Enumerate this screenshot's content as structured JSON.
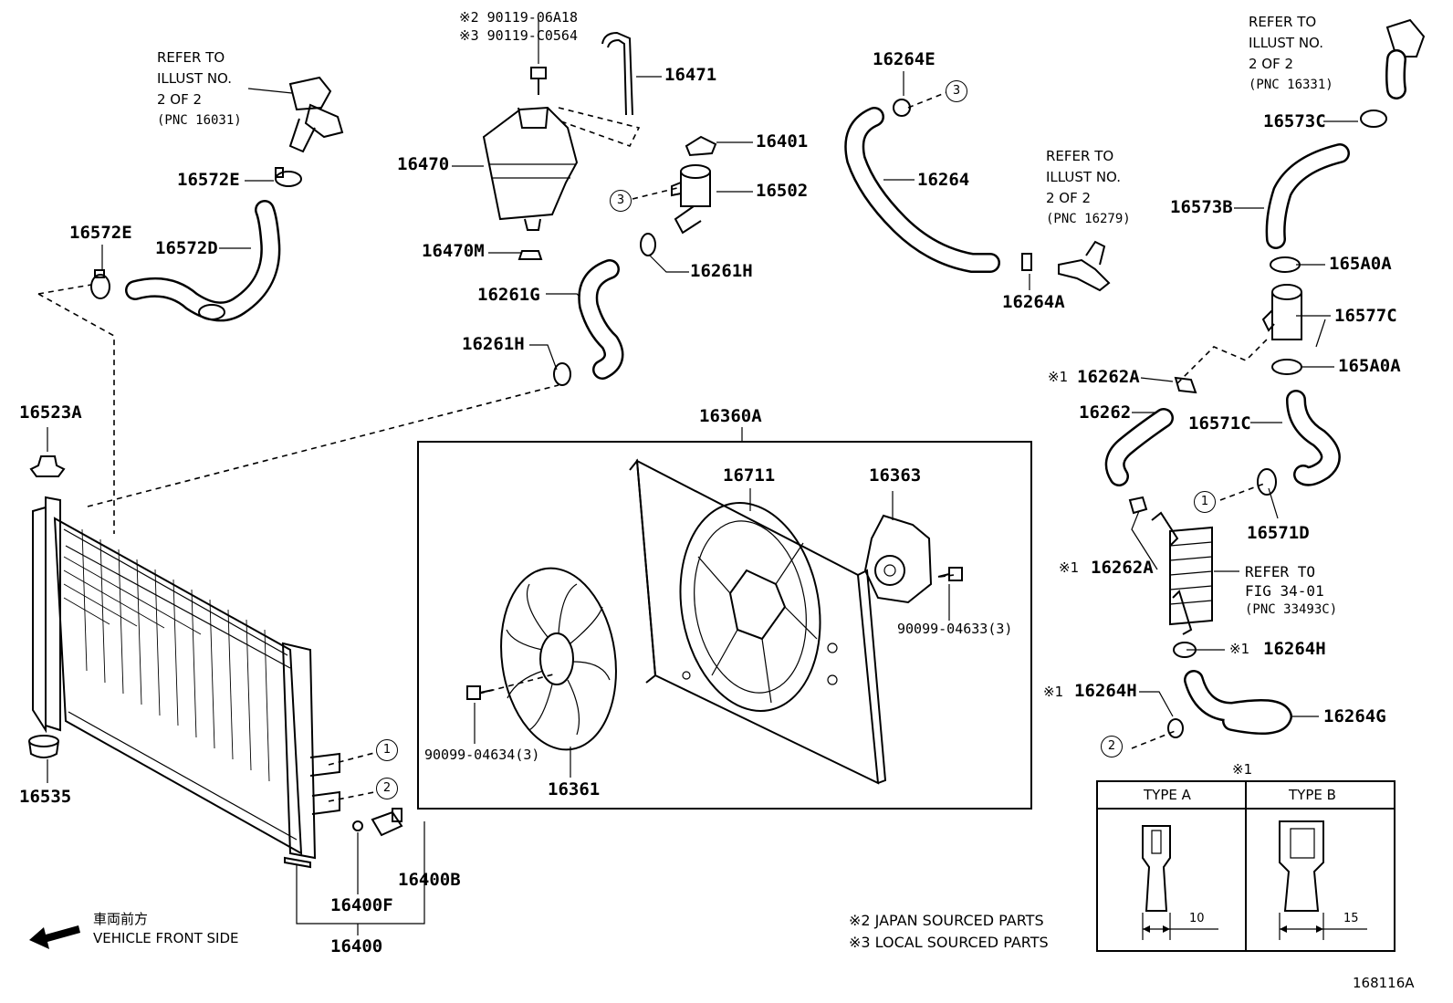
{
  "figure_code": "168116A",
  "parts": {
    "p_290119": "※2 90119-06A18",
    "p_390119": "※3 90119-C0564",
    "p16471": "16471",
    "p16401": "16401",
    "p16470": "16470",
    "p16502": "16502",
    "p16470M": "16470M",
    "p16261H_a": "16261H",
    "p16261G": "16261G",
    "p16261H_b": "16261H",
    "p16264E": "16264E",
    "p16264": "16264",
    "p16264A": "16264A",
    "p16572E_a": "16572E",
    "p16572E_b": "16572E",
    "p16572D": "16572D",
    "p16523A": "16523A",
    "p16535": "16535",
    "p16360A": "16360A",
    "p16711": "16711",
    "p16363": "16363",
    "p16361": "16361",
    "p90099_04633": "90099-04633(3)",
    "p90099_04634": "90099-04634(3)",
    "p16400B": "16400B",
    "p16400F": "16400F",
    "p16400": "16400",
    "p16573C": "16573C",
    "p16573B": "16573B",
    "p165A0A_a": "165A0A",
    "p16577C": "16577C",
    "p165A0A_b": "165A0A",
    "p16262A_a": "16262A",
    "p16262": "16262",
    "p16571C": "16571C",
    "p16571D": "16571D",
    "p16262A_b": "16262A",
    "p16264H_a": "16264H",
    "p16264H_b": "16264H",
    "p16264G": "16264G"
  },
  "marks": {
    "x1_a": "※1",
    "x1_b": "※1",
    "x1_c": "※1",
    "x1_d": "※1",
    "x1_table": "※1"
  },
  "callouts": {
    "c1": "1",
    "c2": "2",
    "c3": "3",
    "c1b": "1",
    "c2b": "2",
    "c3b": "3"
  },
  "refs": {
    "r16031": {
      "l1": "REFER TO",
      "l2": "ILLUST NO.",
      "l3": "2 OF 2",
      "l4": "(PNC 16031)"
    },
    "r16331": {
      "l1": "REFER TO",
      "l2": "ILLUST NO.",
      "l3": "2 OF 2",
      "l4": "(PNC 16331)"
    },
    "r16279": {
      "l1": "REFER TO",
      "l2": "ILLUST NO.",
      "l3": "2 OF 2",
      "l4": "(PNC 16279)"
    },
    "r33493C": {
      "l1": "REFER TO",
      "l2": "FIG 34-01",
      "l3": "(PNC 33493C)"
    }
  },
  "clip_table": {
    "type_a": "TYPE A",
    "type_b": "TYPE B",
    "dim_a": "10",
    "dim_b": "15"
  },
  "legend": {
    "note2": "※2 JAPAN SOURCED PARTS",
    "note3": "※3 LOCAL SOURCED PARTS"
  },
  "front": {
    "jp": "車両前方",
    "en": "VEHICLE FRONT SIDE"
  }
}
